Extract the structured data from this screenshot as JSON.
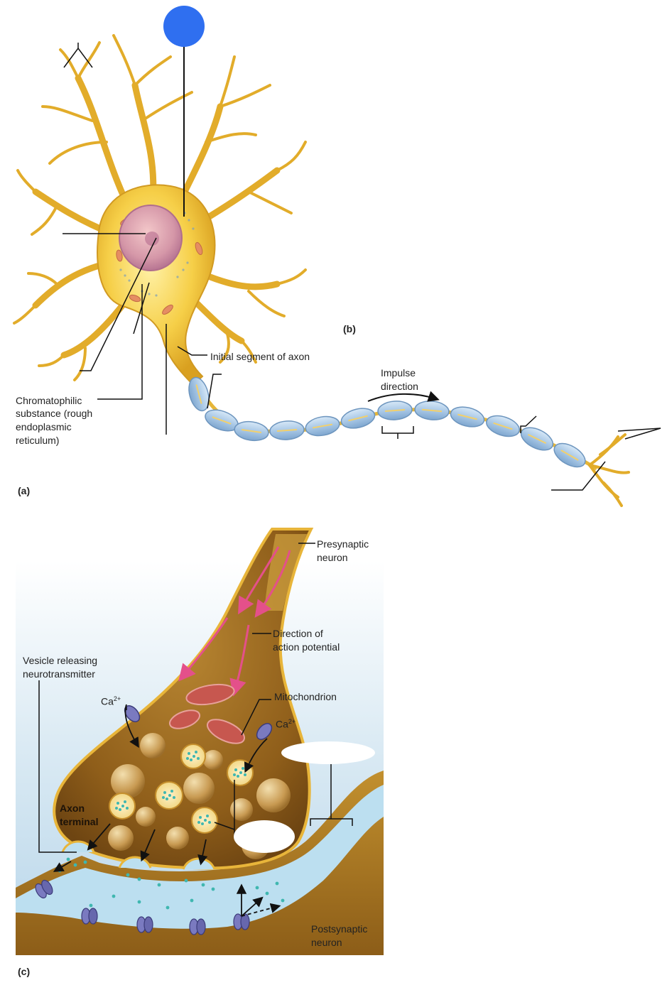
{
  "panels": {
    "a": "(a)",
    "b": "(b)",
    "c": "(c)"
  },
  "labels_a": {
    "initial_segment": "Initial segment of axon",
    "impulse_line1": "Impulse",
    "impulse_line2": "direction",
    "chromatophilic": [
      "Chromatophilic",
      "substance (rough",
      "endoplasmic",
      "reticulum)"
    ]
  },
  "labels_c": {
    "presynaptic": [
      "Presynaptic",
      "neuron"
    ],
    "direction_ap": [
      "Direction of",
      "action potential"
    ],
    "vesicle": [
      "Vesicle releasing",
      "neurotransmitter"
    ],
    "mitochondrion": "Mitochondrion",
    "ca_left": "Ca",
    "ca_right": "Ca",
    "ca_sup": "2+",
    "axon_terminal": [
      "Axon",
      "terminal"
    ],
    "postsynaptic": [
      "Postsynaptic",
      "neuron"
    ]
  },
  "colors": {
    "neuron_yellow": "#f3c53a",
    "myelin_blue": "#a9c8e6",
    "marker_blue": "#2f6ff0",
    "cleft_blue": "#bcdff0",
    "terminal_brown": "#9c6a1f"
  }
}
